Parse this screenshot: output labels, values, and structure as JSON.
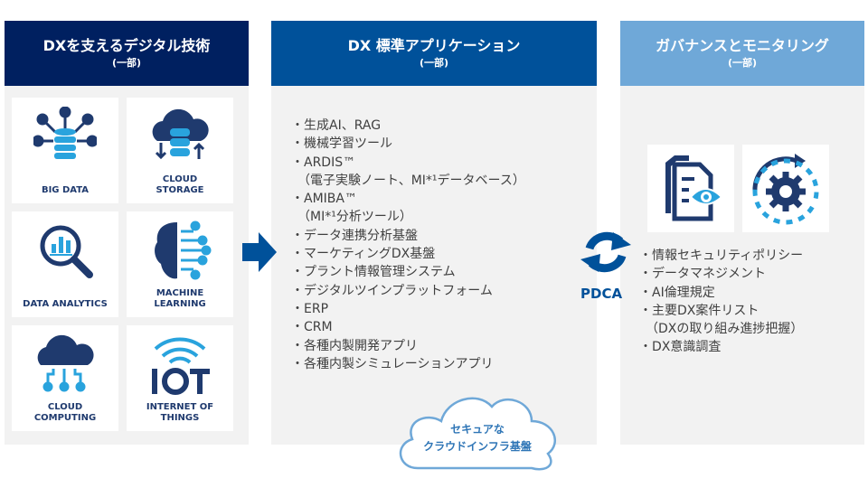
{
  "panels": [
    {
      "title": "DXを支えるデジタル技術",
      "subtitle": "(一部)",
      "tiles": [
        {
          "label": "BIG DATA",
          "icon": "big-data-icon"
        },
        {
          "label": "CLOUD\nSTORAGE",
          "icon": "cloud-storage-icon"
        },
        {
          "label": "DATA ANALYTICS",
          "icon": "data-analytics-icon"
        },
        {
          "label": "MACHINE\nLEARNING",
          "icon": "machine-learning-icon"
        },
        {
          "label": "CLOUD\nCOMPUTING",
          "icon": "cloud-computing-icon"
        },
        {
          "label": "INTERNET OF\nTHINGS",
          "icon": "iot-icon"
        }
      ]
    },
    {
      "title": "DX 標準アプリケーション",
      "subtitle": "(一部)",
      "items": [
        "・生成AI、RAG",
        "・機械学習ツール",
        "・ARDIS™",
        "　（電子実験ノート、MI*¹データベース）",
        "・AMIBA™",
        "　（MI*¹分析ツール）",
        "・データ連携分析基盤",
        "・マーケティングDX基盤",
        "・プラント情報管理システム",
        "・デジタルツインプラットフォーム",
        "・ERP",
        "・CRM",
        "・各種内製開発アプリ",
        "・各種内製シミュレーションアプリ"
      ],
      "cloud_label": "セキュアな\nクラウドインフラ基盤"
    },
    {
      "title": "ガバナンスとモニタリング",
      "subtitle": "(一部)",
      "items": [
        "・情報セキュリティポリシー",
        "・データマネジメント",
        "・AI倫理規定",
        "・主要DX案件リスト",
        "　（DXの取り組み進捗把握）",
        "・DX意識調査"
      ]
    }
  ],
  "pdca_label": "PDCA",
  "colors": {
    "navy": "#002060",
    "blue": "#00519a",
    "light": "#6fa8d8",
    "cyan": "#29a3dd"
  }
}
